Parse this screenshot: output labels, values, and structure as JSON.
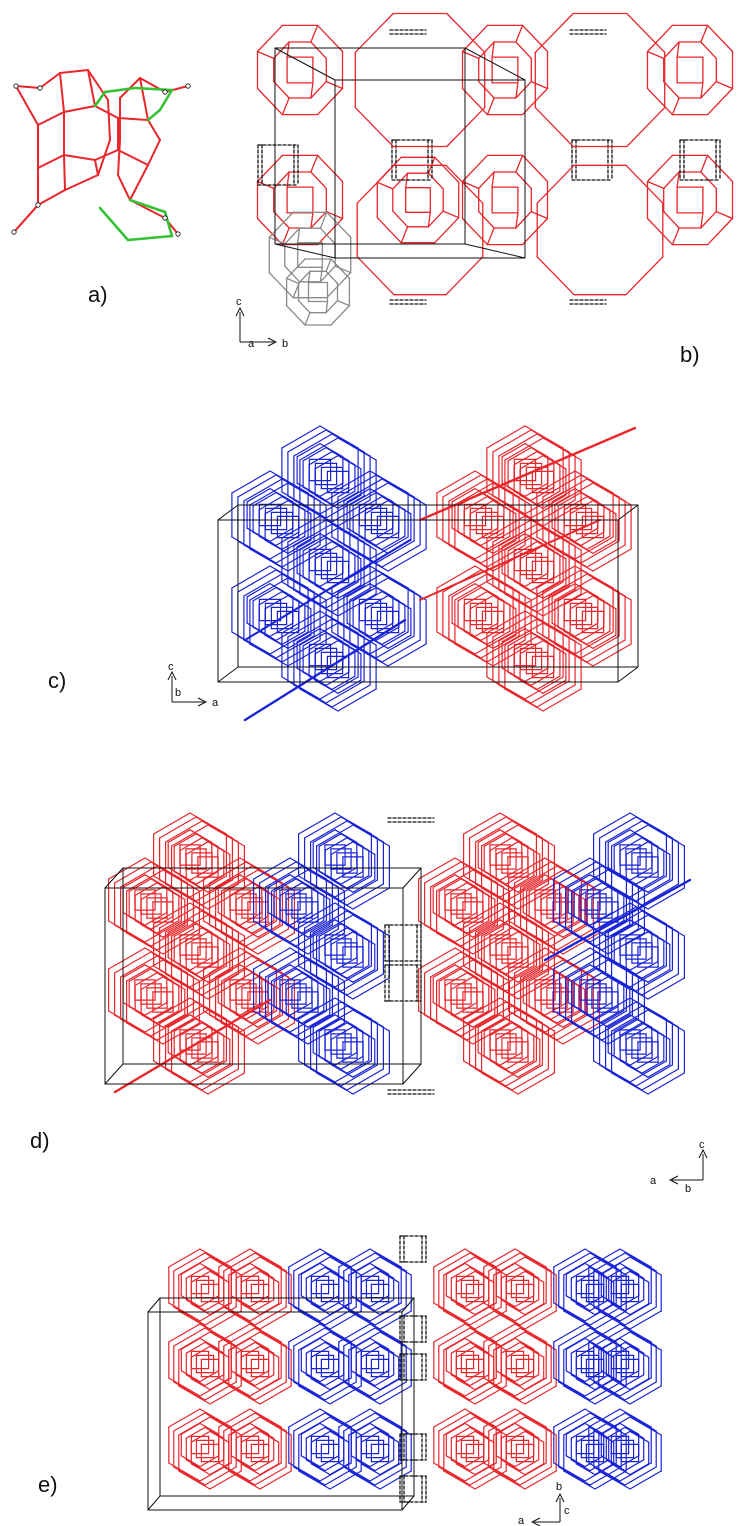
{
  "panels": [
    {
      "id": "a",
      "label": "a)"
    },
    {
      "id": "b",
      "label": "b)",
      "axes": {
        "vertical": "c",
        "depth": "a",
        "horizontal": "b"
      }
    },
    {
      "id": "c",
      "label": "c)",
      "axes": {
        "vertical": "c",
        "depth": "b",
        "horizontal": "a"
      }
    },
    {
      "id": "d",
      "label": "d)",
      "axes": {
        "vertical": "c",
        "horizontal": "a",
        "depth": "b"
      }
    },
    {
      "id": "e",
      "label": "e)",
      "axes": {
        "vertical": "b",
        "horizontal": "a",
        "depth": "c"
      }
    }
  ],
  "colors": {
    "framework_red": "#e8262b",
    "framework_blue": "#1a24d6",
    "framework_gray": "#8a8a8a",
    "highlight_green": "#33c233",
    "cell_edges": "#111111"
  }
}
